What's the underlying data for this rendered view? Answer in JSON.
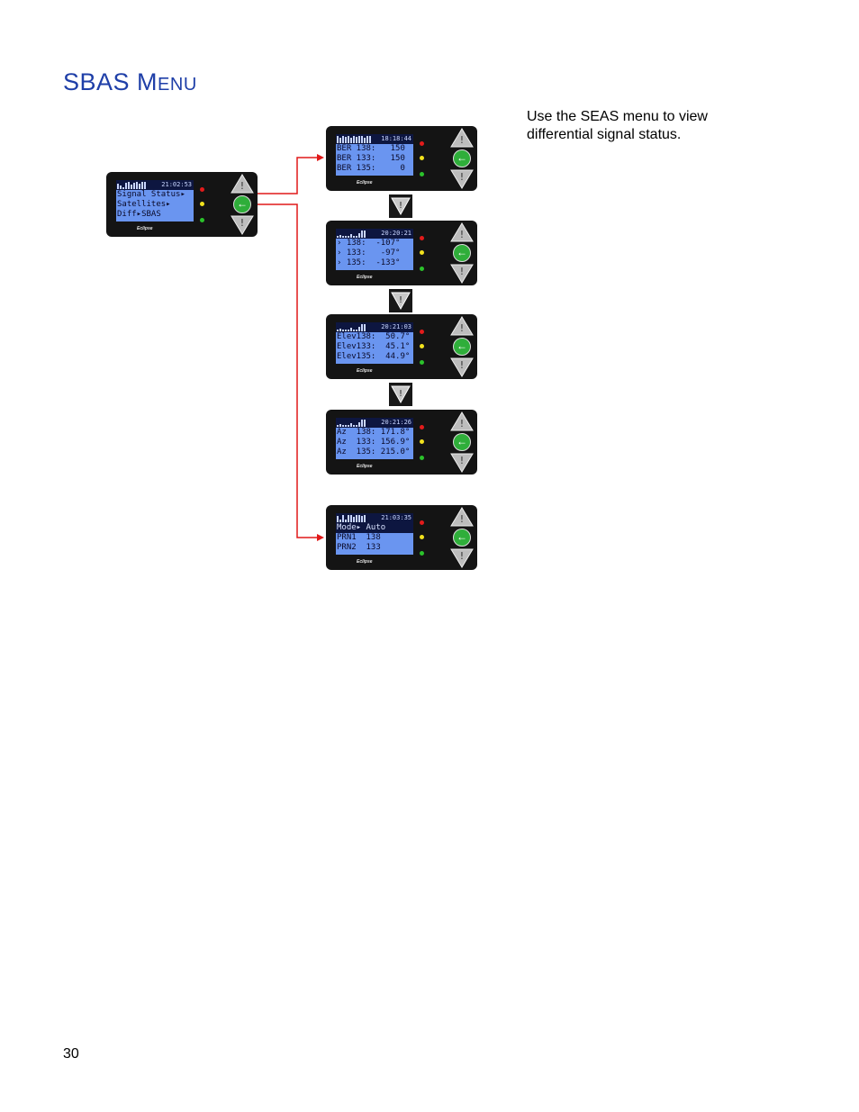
{
  "page": {
    "title_cap1": "SBAS M",
    "title_small": "ENU",
    "description": "Use the SEAS menu to view differential signal status.",
    "page_number": "30"
  },
  "colors": {
    "title": "#1f3fa8",
    "screen": "#6a95f0",
    "connector": "#e01818"
  },
  "brand": "Eclipse",
  "devices": {
    "main": {
      "time": "21:02:53",
      "lines": [
        "Signal Status▸",
        "Satellites▸",
        "Diff▸SBAS"
      ]
    },
    "ber": {
      "time": "18:18:44",
      "lines": [
        "BER 138:   150",
        "BER 133:   150",
        "BER 135:     0"
      ]
    },
    "snr": {
      "time": "20:20:21",
      "lines": [
        "› 138:  -107°",
        "› 133:   -97°",
        "› 135:  -133°"
      ]
    },
    "elev": {
      "time": "20:21:03",
      "lines": [
        "Elev138:  50.7°",
        "Elev133:  45.1°",
        "Elev135:  44.9°"
      ]
    },
    "az": {
      "time": "20:21:26",
      "lines": [
        "Az  138: 171.8°",
        "Az  133: 156.9°",
        "Az  135: 215.0°"
      ]
    },
    "mode": {
      "time": "21:03:35",
      "lines": [
        "Mode▸ Auto",
        "PRN1  138",
        "PRN2  133"
      ]
    }
  }
}
